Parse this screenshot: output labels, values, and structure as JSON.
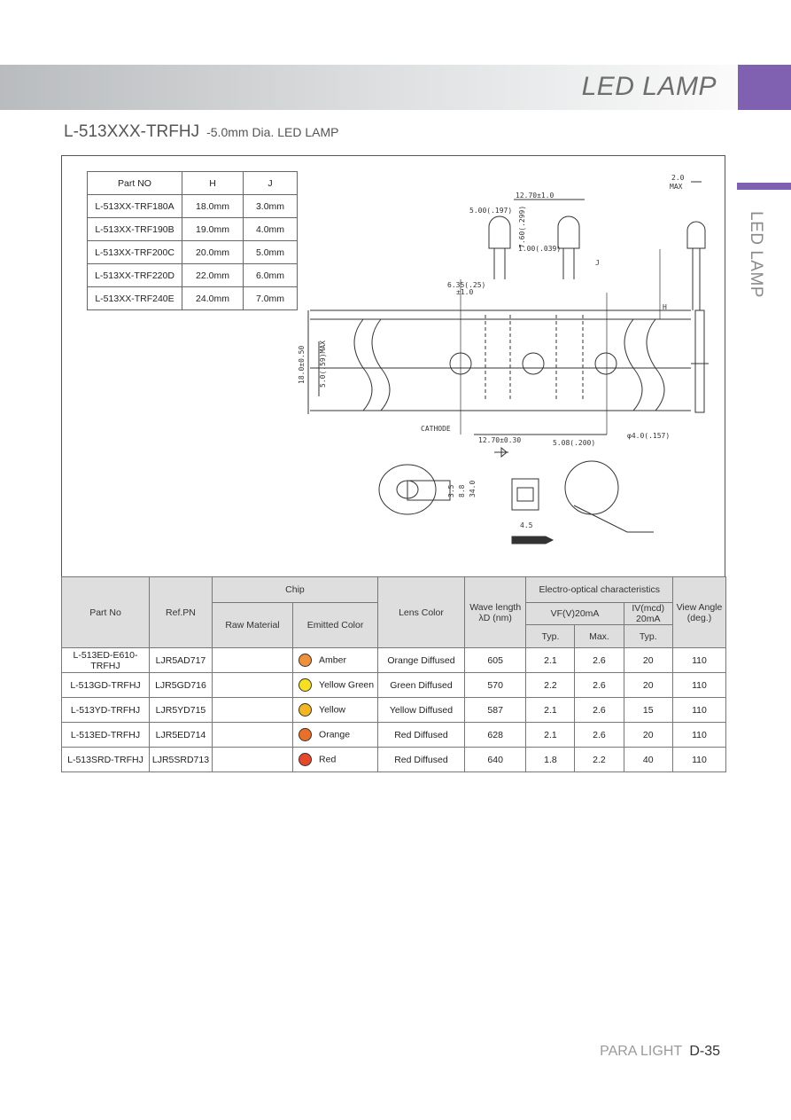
{
  "header": {
    "banner_title": "LED LAMP",
    "side_label": "LED LAMP"
  },
  "product": {
    "title": "L-513XXX-TRFHJ",
    "subtitle": "-5.0mm Dia. LED LAMP"
  },
  "dimension_table": {
    "headers": [
      "Part NO",
      "H",
      "J"
    ],
    "rows": [
      [
        "L-513XX-TRF180A",
        "18.0mm",
        "3.0mm"
      ],
      [
        "L-513XX-TRF190B",
        "19.0mm",
        "4.0mm"
      ],
      [
        "L-513XX-TRF200C",
        "20.0mm",
        "5.0mm"
      ],
      [
        "L-513XX-TRF220D",
        "22.0mm",
        "6.0mm"
      ],
      [
        "L-513XX-TRF240E",
        "24.0mm",
        "7.0mm"
      ]
    ]
  },
  "drawing_labels": {
    "max_width": "2.0",
    "max": "MAX",
    "pitch_top": "12.70±1.0",
    "dia": "5.00(.197)",
    "height": "7.60(.299)",
    "gap": "1.00(.039)",
    "j": "J",
    "lead_offset": "6.35(.25)",
    "lead_tol": "±1.0",
    "h": "H",
    "tape_height": "18.0±0.50",
    "tape_max": "5.0(.59)MAX",
    "cathode": "CATHODE",
    "pitch_bottom": "12.70±0.30",
    "hole_pitch": "5.08(.200)",
    "hole_dia": "φ4.0(.157)",
    "reel_d1": "3.5",
    "reel_d2": "8.8",
    "reel_d3": "34.0",
    "spool_w": "4.5"
  },
  "spec_table": {
    "headers": {
      "part_no": "Part No",
      "ref_pn": "Ref.PN",
      "chip": "Chip",
      "raw_material": "Raw Material",
      "emitted_color": "Emitted Color",
      "lens_color": "Lens Color",
      "wave_length": "Wave length λD (nm)",
      "electro_optical": "Electro-optical characteristics",
      "vf": "VF(V)20mA",
      "iv": "IV(mcd) 20mA",
      "typ": "Typ.",
      "max": "Max.",
      "view_angle": "View Angle (deg.)"
    },
    "rows": [
      {
        "part_no": "L-513ED-E610-TRFHJ",
        "ref_pn": "LJR5AD717",
        "raw_material": "",
        "color_swatch": "#f0913a",
        "emitted_color": "Amber",
        "lens_color": "Orange Diffused",
        "wave_length": "605",
        "vf_typ": "2.1",
        "vf_max": "2.6",
        "iv_typ": "20",
        "view_angle": "110"
      },
      {
        "part_no": "L-513GD-TRFHJ",
        "ref_pn": "LJR5GD716",
        "raw_material": "",
        "color_swatch": "#f7e11f",
        "emitted_color": "Yellow Green",
        "lens_color": "Green Diffused",
        "wave_length": "570",
        "vf_typ": "2.2",
        "vf_max": "2.6",
        "iv_typ": "20",
        "view_angle": "110"
      },
      {
        "part_no": "L-513YD-TRFHJ",
        "ref_pn": "LJR5YD715",
        "raw_material": "",
        "color_swatch": "#f5b720",
        "emitted_color": "Yellow",
        "lens_color": "Yellow Diffused",
        "wave_length": "587",
        "vf_typ": "2.1",
        "vf_max": "2.6",
        "iv_typ": "15",
        "view_angle": "110"
      },
      {
        "part_no": "L-513ED-TRFHJ",
        "ref_pn": "LJR5ED714",
        "raw_material": "",
        "color_swatch": "#eb6f27",
        "emitted_color": "Orange",
        "lens_color": "Red Diffused",
        "wave_length": "628",
        "vf_typ": "2.1",
        "vf_max": "2.6",
        "iv_typ": "20",
        "view_angle": "110"
      },
      {
        "part_no": "L-513SRD-TRFHJ",
        "ref_pn": "LJR5SRD713",
        "raw_material": "",
        "color_swatch": "#e8482a",
        "emitted_color": "Red",
        "lens_color": "Red Diffused",
        "wave_length": "640",
        "vf_typ": "1.8",
        "vf_max": "2.2",
        "iv_typ": "40",
        "view_angle": "110"
      }
    ]
  },
  "footer": {
    "brand": "PARA LIGHT",
    "page": "D-35"
  },
  "colors": {
    "accent": "#8060b0"
  }
}
